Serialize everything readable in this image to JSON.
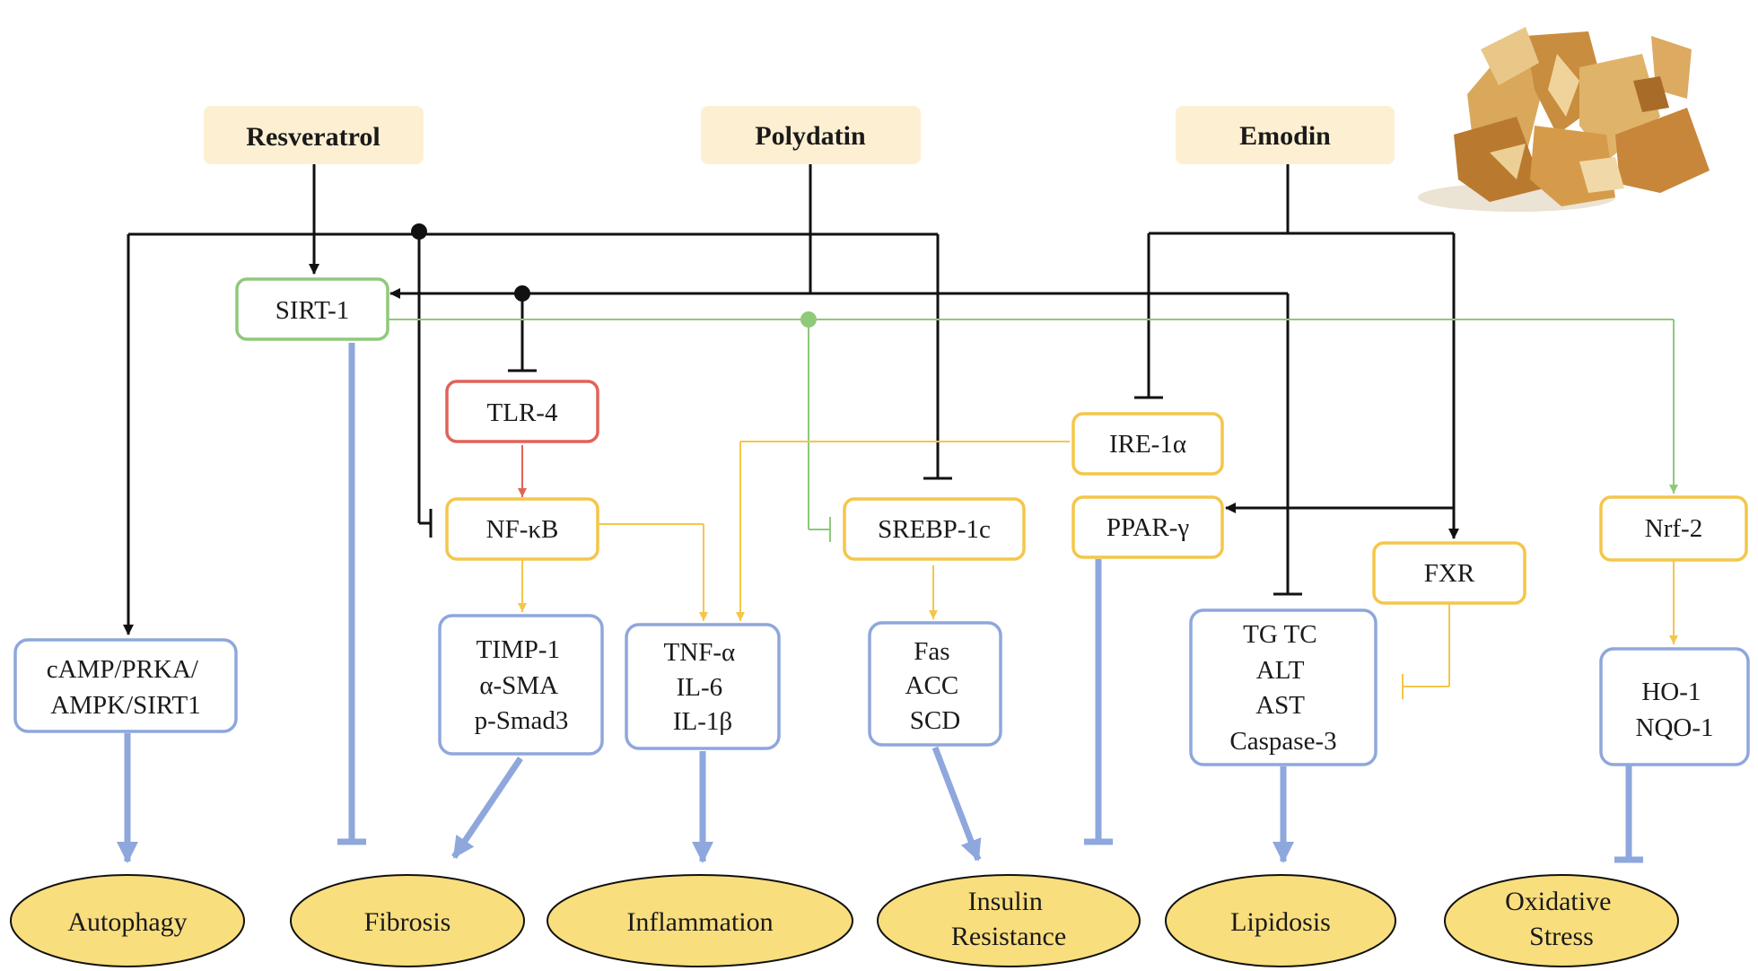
{
  "compounds": {
    "resveratrol": "Resveratrol",
    "polydatin": "Polydatin",
    "emodin": "Emodin"
  },
  "nodes": {
    "sirt1": "SIRT-1",
    "tlr4": "TLR-4",
    "nfkb": "NF-κB",
    "srebp1c": "SREBP-1c",
    "ire1a": "IRE-1α",
    "pparg": "PPAR-γ",
    "fxr": "FXR",
    "nrf2": "Nrf-2",
    "camp": [
      "cAMP/PRKA/",
      "AMPK/SIRT1"
    ],
    "timp": [
      "TIMP-1",
      "α-SMA",
      "p-Smad3"
    ],
    "tnf": [
      "TNF-α",
      "IL-6",
      "IL-1β"
    ],
    "fas": [
      "Fas",
      "ACC",
      "SCD"
    ],
    "tg": [
      "TG  TC",
      "ALT",
      "AST",
      "Caspase-3"
    ],
    "ho1": [
      "HO-1",
      "NQO-1"
    ]
  },
  "outcomes": {
    "autophagy": [
      "Autophagy"
    ],
    "fibrosis": [
      "Fibrosis"
    ],
    "inflammation": [
      "Inflammation"
    ],
    "insulin": [
      "Insulin",
      "Resistance"
    ],
    "lipidosis": [
      "Lipidosis"
    ],
    "oxidative": [
      "Oxidative",
      "Stress"
    ]
  },
  "colors": {
    "compound_fill": "#fdf0d2",
    "outcome_fill": "#f9de7e",
    "green": "#8fc97a",
    "red": "#e06358",
    "yellow": "#f4c64a",
    "blue": "#8ea7dc",
    "black": "#111111"
  },
  "image_icon": "dried-root-slices-photo"
}
